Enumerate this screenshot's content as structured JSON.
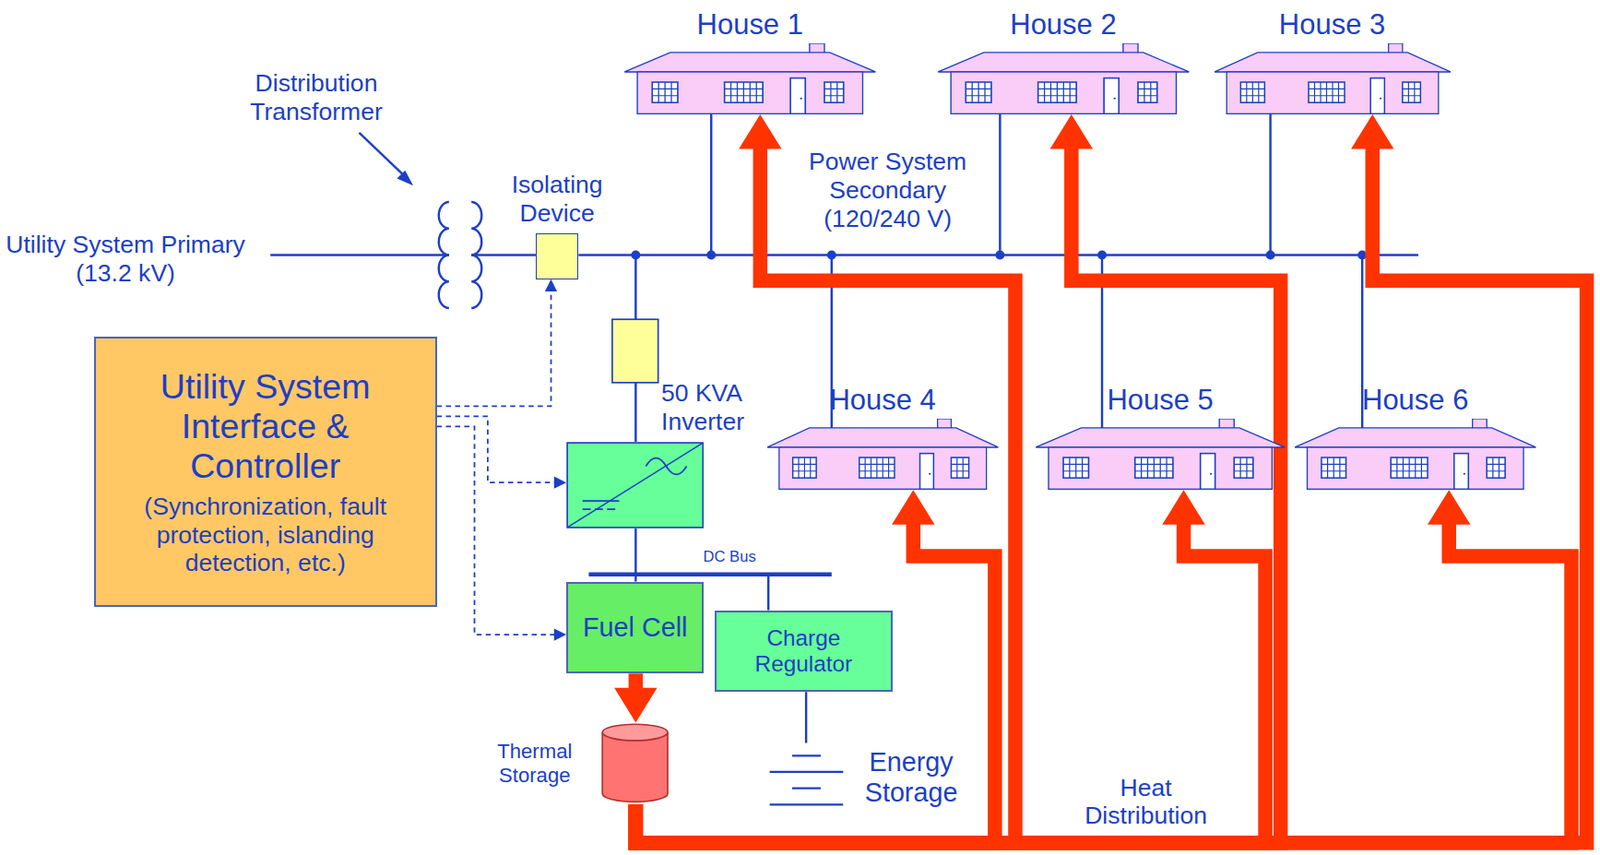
{
  "diagram": {
    "nodes": [
      {
        "text": [
          "House 1"
        ]
      },
      {
        "text": [
          "House 2"
        ]
      },
      {
        "text": [
          "House 3"
        ]
      },
      {
        "text": [
          "Isolating Device"
        ]
      },
      {
        "text": [
          "House 4"
        ]
      },
      {
        "text": [
          "House 5"
        ]
      },
      {
        "text": [
          "House 6"
        ]
      },
      {
        "text": [
          "Utility System Interface & Controller",
          "(Synchronization, fault protection, islanding detection, etc.)"
        ]
      },
      {
        "text": [
          "50 KVA Inverter"
        ]
      },
      {
        "text": [
          "Fuel Cell"
        ]
      },
      {
        "text": [
          "Charge Regulator"
        ]
      },
      {
        "text": [
          "Thermal Storage"
        ]
      },
      {
        "text": [
          "Energy Storage"
        ]
      }
    ],
    "edges": [
      {
        "from": 7,
        "to": 3,
        "arrow": "to"
      },
      {
        "from": 7,
        "to": 8,
        "arrow": "to"
      },
      {
        "from": 7,
        "to": 9,
        "arrow": "to"
      },
      {
        "from": 9,
        "to": 11,
        "arrow": "to"
      },
      {
        "from": 11,
        "to": 0,
        "arrow": "to"
      },
      {
        "from": 11,
        "to": 4,
        "arrow": "to"
      },
      {
        "from": 11,
        "to": 1,
        "arrow": "to"
      },
      {
        "from": 11,
        "to": 5,
        "arrow": "to"
      },
      {
        "from": 11,
        "to": 2,
        "arrow": "to"
      },
      {
        "from": 11,
        "to": 6,
        "arrow": "to"
      },
      {
        "from": 10,
        "to": 12,
        "arrow": "none"
      }
    ],
    "labels": [
      "Distribution Transformer",
      "Utility System Primary (13.2 kV)",
      "Power System Secondary (120/240 V)",
      "DC Bus",
      "Heat Distribution"
    ]
  }
}
